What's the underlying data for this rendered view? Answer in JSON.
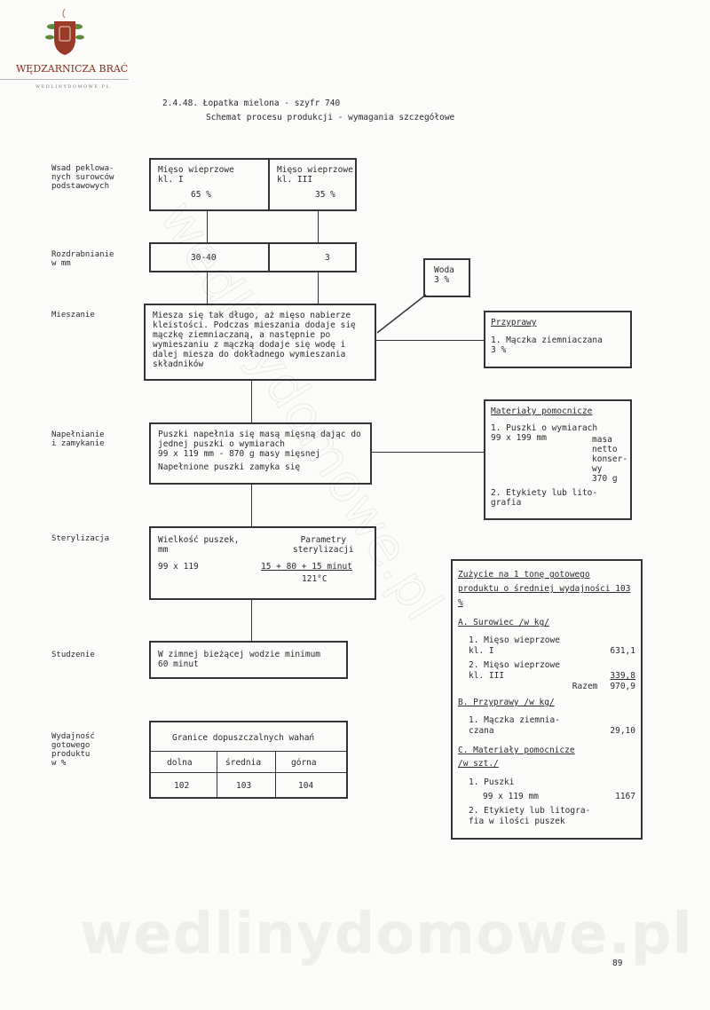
{
  "brand": {
    "name": "WĘDZARNICZA BRAĆ",
    "site": "WEDLINYDOMOWE.PL",
    "accent": "#8a2a1a"
  },
  "header": {
    "title": "2.4.48. Łopatka mielona - szyfr 740",
    "subtitle": "Schemat procesu produkcji - wymagania szczegółowe"
  },
  "stages": {
    "raw": "Wsad peklowa-\nnych surowców\npodstawowych",
    "grinding": "Rozdrabnianie\nw mm",
    "mixing": "Mieszanie",
    "filling": "Napełnianie\ni zamykanie",
    "sterilization": "Sterylizacja",
    "cooling": "Studzenie",
    "yield": "Wydajność\ngotowego\nproduktu\nw %"
  },
  "raw": [
    {
      "name": "Mięso wieprzowe\nkl. I",
      "pct": "65 %"
    },
    {
      "name": "Mięso wieprzowe\nkl. III",
      "pct": "35 %"
    }
  ],
  "grinding": [
    "30-40",
    "3"
  ],
  "water": "Woda\n3 %",
  "mixing_text": "Miesza się tak długo, aż mięso nabierze kleistości. Podczas mieszania dodaje się mączkę ziemniaczaną, a następnie po wymieszaniu z mączką dodaje się wodę i dalej miesza do dokładnego wymieszania składników",
  "spices": {
    "title": "Przyprawy",
    "item": "1. Mączka ziemniaczana\n   3 %"
  },
  "filling_text": [
    "Puszki napełnia się masą mięsną dając do jednej puszki o wymiarach\n99 x 119 mm - 870 g masy mięsnej",
    "Napełnione puszki zamyka się"
  ],
  "aux": {
    "title": "Materiały pomocnicze",
    "item1": "1. Puszki o wymiarach\n   99 x 199 mm",
    "item1b": "masa\nnetto\nkonser-\nwy\n370 g",
    "item2": "2. Etykiety lub lito-\n   grafia"
  },
  "sterilization": {
    "size_label": "Wielkość puszek,\n   mm",
    "size": "99 x 119",
    "param_label": "Parametry\nsterylizacji",
    "params": "15 + 80 + 15 minut",
    "temp": "121°C"
  },
  "cooling_text": "W zimnej bieżącej wodzie minimum\n60 minut",
  "yield_table": {
    "title": "Granice dopuszczalnych wahań",
    "headers": [
      "dolna",
      "średnia",
      "górna"
    ],
    "values": [
      "102",
      "103",
      "104"
    ]
  },
  "usage": {
    "title": "Zużycie na 1 tonę gotowego produktu o średniej wydajności 103 %",
    "a_title": "A. Surowiec /w kg/",
    "a1": "1. Mięso wieprzowe\n   kl. I",
    "a1v": "631,1",
    "a2": "2. Mięso wieprzowe\n   kl. III",
    "a2v": "339,8",
    "sum_label": "Razem",
    "sum": "970,9",
    "b_title": "B. Przyprawy /w kg/",
    "b1": "1. Mączka ziemnia-\n   czana",
    "b1v": "29,10",
    "c_title": "C. Materiały pomocnicze\n   /w szt./",
    "c1": "1. Puszki",
    "c1a": "99 x 119 mm",
    "c1v": "1167",
    "c2": "2. Etykiety lub litogra-\n   fia w ilości puszek"
  },
  "page_number": "89",
  "watermark": "wedlinydomowe.pl"
}
